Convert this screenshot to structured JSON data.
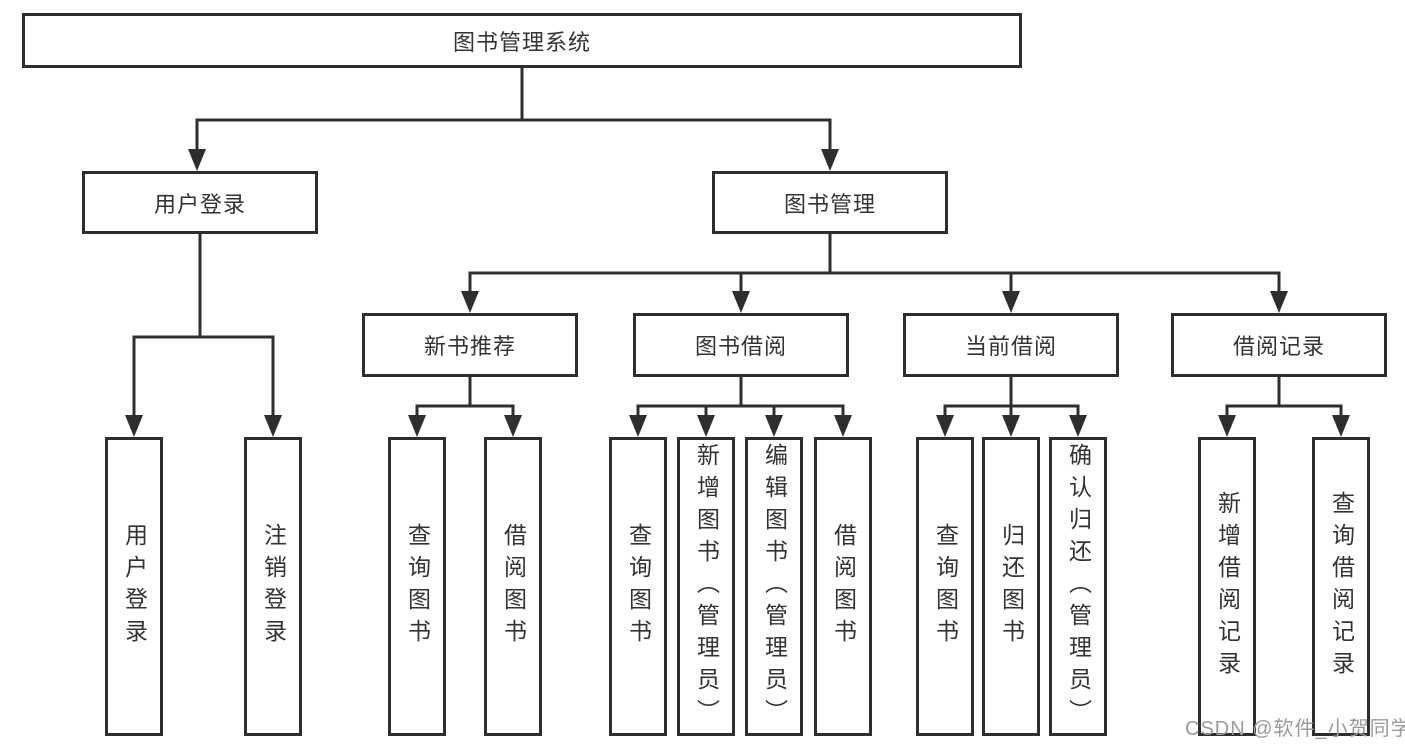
{
  "diagram": {
    "type": "hierarchy-tree",
    "line_color": "#2e2e2e",
    "text_color": "#333333"
  },
  "nodes": {
    "root": "图书管理系统",
    "user_login": "用户登录",
    "book_mgmt": "图书管理",
    "new_book_rec": "新书推荐",
    "book_borrow": "图书借阅",
    "current_borrow": "当前借阅",
    "borrow_record": "借阅记录",
    "leaf_login": "用户登录",
    "leaf_logout": "注销登录",
    "rec_query_book": "查询图书",
    "rec_borrow_book": "借阅图书",
    "bb_query_book": "查询图书",
    "bb_add_book": "新增图书（管理员）",
    "bb_edit_book": "编辑图书（管理员）",
    "bb_borrow_book": "借阅图书",
    "cb_query_book": "查询图书",
    "cb_return_book": "归还图书",
    "cb_confirm_return": "确认归还（管理员）",
    "br_add_record": "新增借阅记录",
    "br_query_record": "查询借阅记录"
  },
  "watermark": {
    "text": "CSDN @软件_小贺同学",
    "color": "#9b9b9b"
  }
}
